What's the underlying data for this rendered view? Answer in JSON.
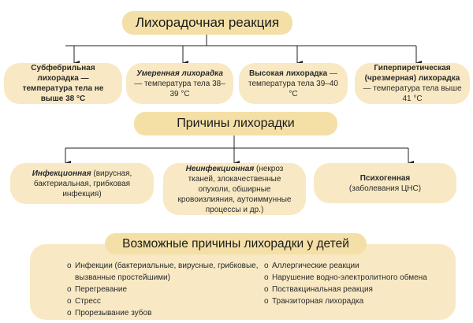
{
  "title": "Лихорадочная реакция",
  "fever_types": [
    {
      "name": "Субфебрильная лихорадка",
      "desc": " — температура тела не выше 38 °C",
      "style": "bold"
    },
    {
      "name": "Умеренная лихорадка",
      "desc": " — температура тела 38–39 °C",
      "style": "bold-italic"
    },
    {
      "name": "Высокая лихорадка",
      "desc": " — температура тела 39–40 °C",
      "style": "bold"
    },
    {
      "name": "Гиперпиретическая (чрезмерная) лихорадка",
      "desc": " — температура тела выше 41 °C",
      "style": "bold"
    }
  ],
  "causes_title": "Причины лихорадки",
  "causes": [
    {
      "name": "Инфекционная",
      "desc": " (вирусная, бактериальная, грибковая инфекция)",
      "style": "bold-italic"
    },
    {
      "name": "Неинфекционная",
      "desc": " (некроз тканей, злокачественные опухоли, обширные кровоизлияния, аутоиммунные процессы и др.)",
      "style": "bold-italic"
    },
    {
      "name": "Психогенная",
      "desc": "(заболевания ЦНС)",
      "style": "bold"
    }
  ],
  "children_title": "Возможные причины лихорадки у детей",
  "bullet": "o",
  "children_causes_left": [
    "Инфекции (бактериальные, вирусные, грибковые, вызванные простейшими)",
    "Перегревание",
    "Стресс",
    "Прорезывание зубов"
  ],
  "children_causes_right": [
    "Аллергические реакции",
    "Нарушение водно-электролитного обмена",
    "Поствакцинальная реакция",
    "Транзиторная лихорадка"
  ],
  "colors": {
    "pill": "#f4dfa6",
    "box": "#f8e9c4",
    "line": "#222222"
  }
}
